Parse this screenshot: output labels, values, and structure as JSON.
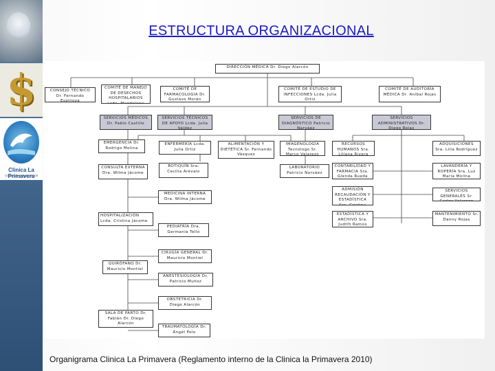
{
  "title": "ESTRUCTURA ORGANIZACIONAL",
  "sidebar": {
    "logo_name": "Clinica La Primavera",
    "logo_subtitle": "Centro de salud integral",
    "icons": [
      "doctor-photo-icon",
      "dollar-sign-icon",
      "dolphin-logo-icon"
    ]
  },
  "org_chart": {
    "director": "DIRECCIÓN MÉDICA Dr. Diego Alarcón",
    "consejo": "CONSEJO TÉCNICO Dr. Fernando Espinoza",
    "comite_desechos": "COMITÉ DE MANEJO DE DESECHOS HOSPITALARIOS Lcda. Magdalena Chimarro",
    "comite_farmacologia": "COMITÉ DE FARMACOLOGÍA Dr. Gustavo Morán",
    "comite_infecciones": "COMITÉ DE ESTUDIO DE INFECCIONES Lcda. Julia Ortiz",
    "comite_auditoria": "COMITÉ DE AUDITORÍA MÉDICA Dr. Aníbal Rojas",
    "servicios_medicos": "SERVICIOS MÉDICOS Dr. Pablo Castillo",
    "servicios_tecnicos": "SERVICIOS TÉCNICOS DE APOYO Lcda. Julia Valdez",
    "servicios_diagnostico": "SERVICIOS DE DIAGNÓSTICO Patricio Narváez",
    "servicios_administrativos": "SERVICIOS ADMINISTRATIVOS Dr. Diego Rojas",
    "emergencia": "EMERGENCIA Dr. Rodrigo Molina",
    "consulta_externa": "CONSULTA EXTERNA Dra. Wilma Jácome",
    "hospitalizacion": "HOSPITALIZACIÓN Lcda. Cristina Jácome",
    "quirofano": "QUIRÓFANO Dr. Mauricio Montiel",
    "sala_parto": "SALA DE PARTO Dr. Fabián Dr. Diego Alarcón",
    "enfermeria": "ENFERMERÍA Lcda. Julia Ortiz",
    "botiquin": "BOTIQUÍN Sra. Cecilia Arévalo",
    "medicina_interna": "MEDICINA INTERNA Dra. Wilma Jácome",
    "pediatria": "PEDIATRÍA Dra. Germania Tello",
    "cirugia_general": "CIRUGÍA GENERAL Dr. Mauricio Montiel",
    "anestesiologia": "ANESTESIOLOGÍA Dr. Patricio Muñoz",
    "obstetricia": "OBSTETRICIA Dr. Diego Alarcón",
    "traumatologia": "TRAUMATOLOGÍA Dr. Ángel Polo",
    "alimentacion": "ALIMENTACIÓN Y DIETÉTICA Sr. Fernando Vásquez",
    "imagenologia": "IMAGENOLOGÍA Tecnólogo Sr. Marco Valarezo",
    "laboratorio": "LABORATORIO Patricio Narváez",
    "recursos_humanos": "RECURSOS HUMANOS Sra. Liliana Rivera",
    "contabilidad": "CONTABILIDAD Y FARMACIA Sra. Glenda Rueda",
    "admision": "ADMISIÓN RECAUDACIÓN Y ESTADÍSTICA Sra. Cristina Chávez",
    "estadistica": "ESTADÍSTICA Y ARCHIVO Sra. Judith Ramos",
    "adquisiciones": "ADQUISICIONES Sra. Lilia Rodríguez",
    "lavanderia": "LAVANDERÍA Y ROPERÍA Sra. Luz María Molina",
    "servicios_generales": "SERVICIOS GENERALES Sr. Carlos Valarezo",
    "mantenimiento": "MANTENIMIENTO Sr. Danny Rojas"
  },
  "caption": "Organigrama Clinica La Primavera (Reglamento interno de la Clinica la Primavera  2010)"
}
